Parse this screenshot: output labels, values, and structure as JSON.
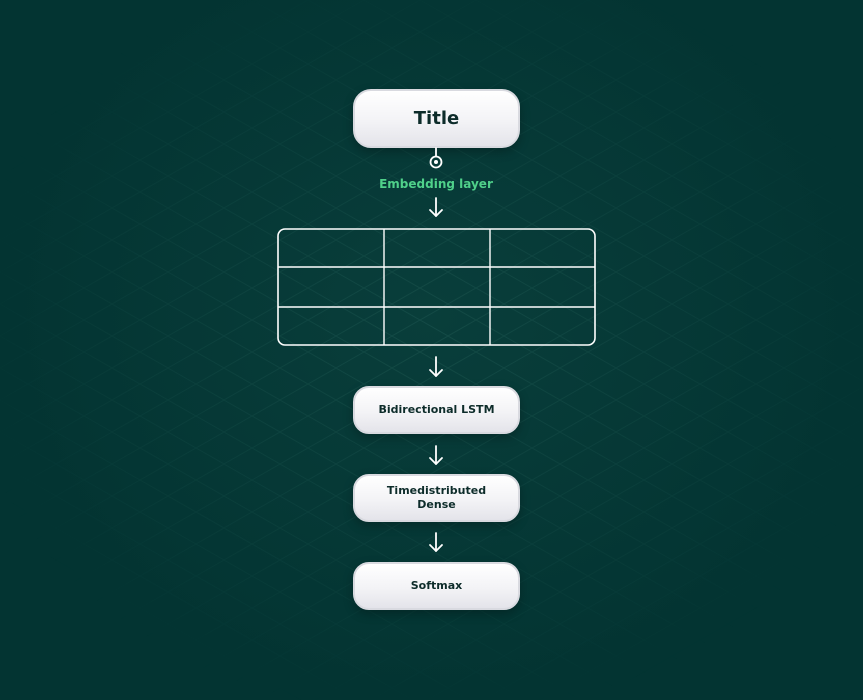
{
  "diagram": {
    "title": "Title",
    "embedding_label": "Embedding layer",
    "embedding_grid": {
      "rows": 3,
      "cols": 3
    },
    "nodes": {
      "lstm": "Bidirectional LSTM",
      "dense": "Timedistributed Dense",
      "softmax": "Softmax"
    }
  },
  "colors": {
    "background": "#033432",
    "node_text": "#0d2c2a",
    "label_accent": "#4fd08a",
    "line": "#ffffff"
  },
  "icons": [
    "connector-dot-icon",
    "arrow-down-icon"
  ]
}
